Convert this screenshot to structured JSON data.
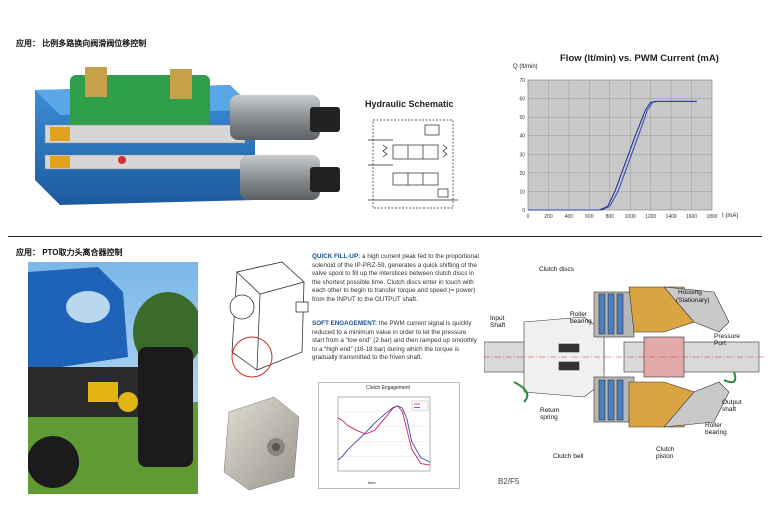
{
  "section1": {
    "title": "应用： 比例多路换向阀滑阀位移控制"
  },
  "section2": {
    "title": "应用： PTO取力头离合器控制"
  },
  "schematic": {
    "title": "Hydraulic Schematic"
  },
  "flow_chart": {
    "title": "Flow (lt/min) vs. PWM Current (mA)",
    "ylabel": "Q (lt/min)",
    "xlabel": "I (mA)"
  },
  "clutch_chart": {
    "title": "Clutch Engagement",
    "xlabel": "time",
    "legend": [
      "",
      ""
    ]
  },
  "chart_data": [
    {
      "type": "line",
      "title": "Flow (lt/min) vs. PWM Current (mA)",
      "xlabel": "I (mA)",
      "ylabel": "Q (lt/min)",
      "xlim": [
        0,
        1800
      ],
      "ylim": [
        0,
        70
      ],
      "xticks": [
        0,
        200,
        400,
        600,
        800,
        1000,
        1200,
        1400,
        1600,
        1800
      ],
      "yticks": [
        0,
        10,
        20,
        30,
        40,
        50,
        60,
        70
      ],
      "grid": true,
      "series": [
        {
          "x": [
            0,
            700,
            780,
            850,
            950,
            1050,
            1150,
            1200,
            1250,
            1650
          ],
          "y": [
            0,
            0,
            2,
            10,
            25,
            40,
            54,
            58,
            58.5,
            58.5
          ]
        },
        {
          "x": [
            0,
            720,
            800,
            880,
            980,
            1080,
            1170,
            1220,
            1270,
            1650
          ],
          "y": [
            0,
            0,
            2,
            10,
            25,
            40,
            54,
            58,
            58.5,
            58.5
          ]
        }
      ]
    },
    {
      "type": "line",
      "title": "Clutch Engagement",
      "xlabel": "time",
      "grid": true,
      "series": [
        {
          "color": "#d81b60",
          "x": [
            0,
            5,
            10,
            20,
            30,
            40,
            50,
            60,
            65,
            70,
            75,
            80,
            90,
            100
          ],
          "y": [
            0.72,
            0.68,
            0.62,
            0.55,
            0.5,
            0.55,
            0.7,
            0.85,
            0.88,
            0.8,
            0.55,
            0.3,
            0.1,
            0.08
          ]
        },
        {
          "color": "#3949ab",
          "x": [
            0,
            5,
            10,
            20,
            30,
            40,
            50,
            60,
            65,
            70,
            75,
            80,
            90,
            100
          ],
          "y": [
            0.15,
            0.2,
            0.28,
            0.4,
            0.52,
            0.65,
            0.76,
            0.86,
            0.88,
            0.85,
            0.7,
            0.4,
            0.18,
            0.12
          ]
        }
      ]
    }
  ],
  "text": {
    "fill_head": "QUICK FILL-UP:",
    "fill_body": " a high current peak fed to the proportional solenoid of the IP-PRZ-59, generates a quick shifting of the valve spool to fill up the interstices between clutch discs in the shortest possible time. Clutch discs enter in touch with each other to begin to transfer torque and speed (= power) from the INPUT to the OUTPUT shaft.",
    "soft_head": "SOFT ENGAGEMENT:",
    "soft_body": " the PWM current signal is quickly reduced to a minimum value in order to let the pressure start from a “low end” (2 bar) and then ramped up smoothly to a “high end” (16-18 bar) during which the torque is gradually transmitted to the friven shaft."
  },
  "clutch_labels": {
    "clutch_discs": "Clutch discs",
    "housing": "Housing",
    "stationary": "(Stationary)",
    "roller_bearing_top": "Roller bearing",
    "input_shaft": "Input Shaft",
    "pressure_port": "Pressure Port",
    "output_shaft": "Output shaft",
    "return_spring": "Return spring",
    "roller_bearing_bottom": "Roller bearing",
    "clutch_bell": "Clutch bell",
    "clutch_piston": "Clutch piston"
  },
  "page_code": "B2/F5"
}
